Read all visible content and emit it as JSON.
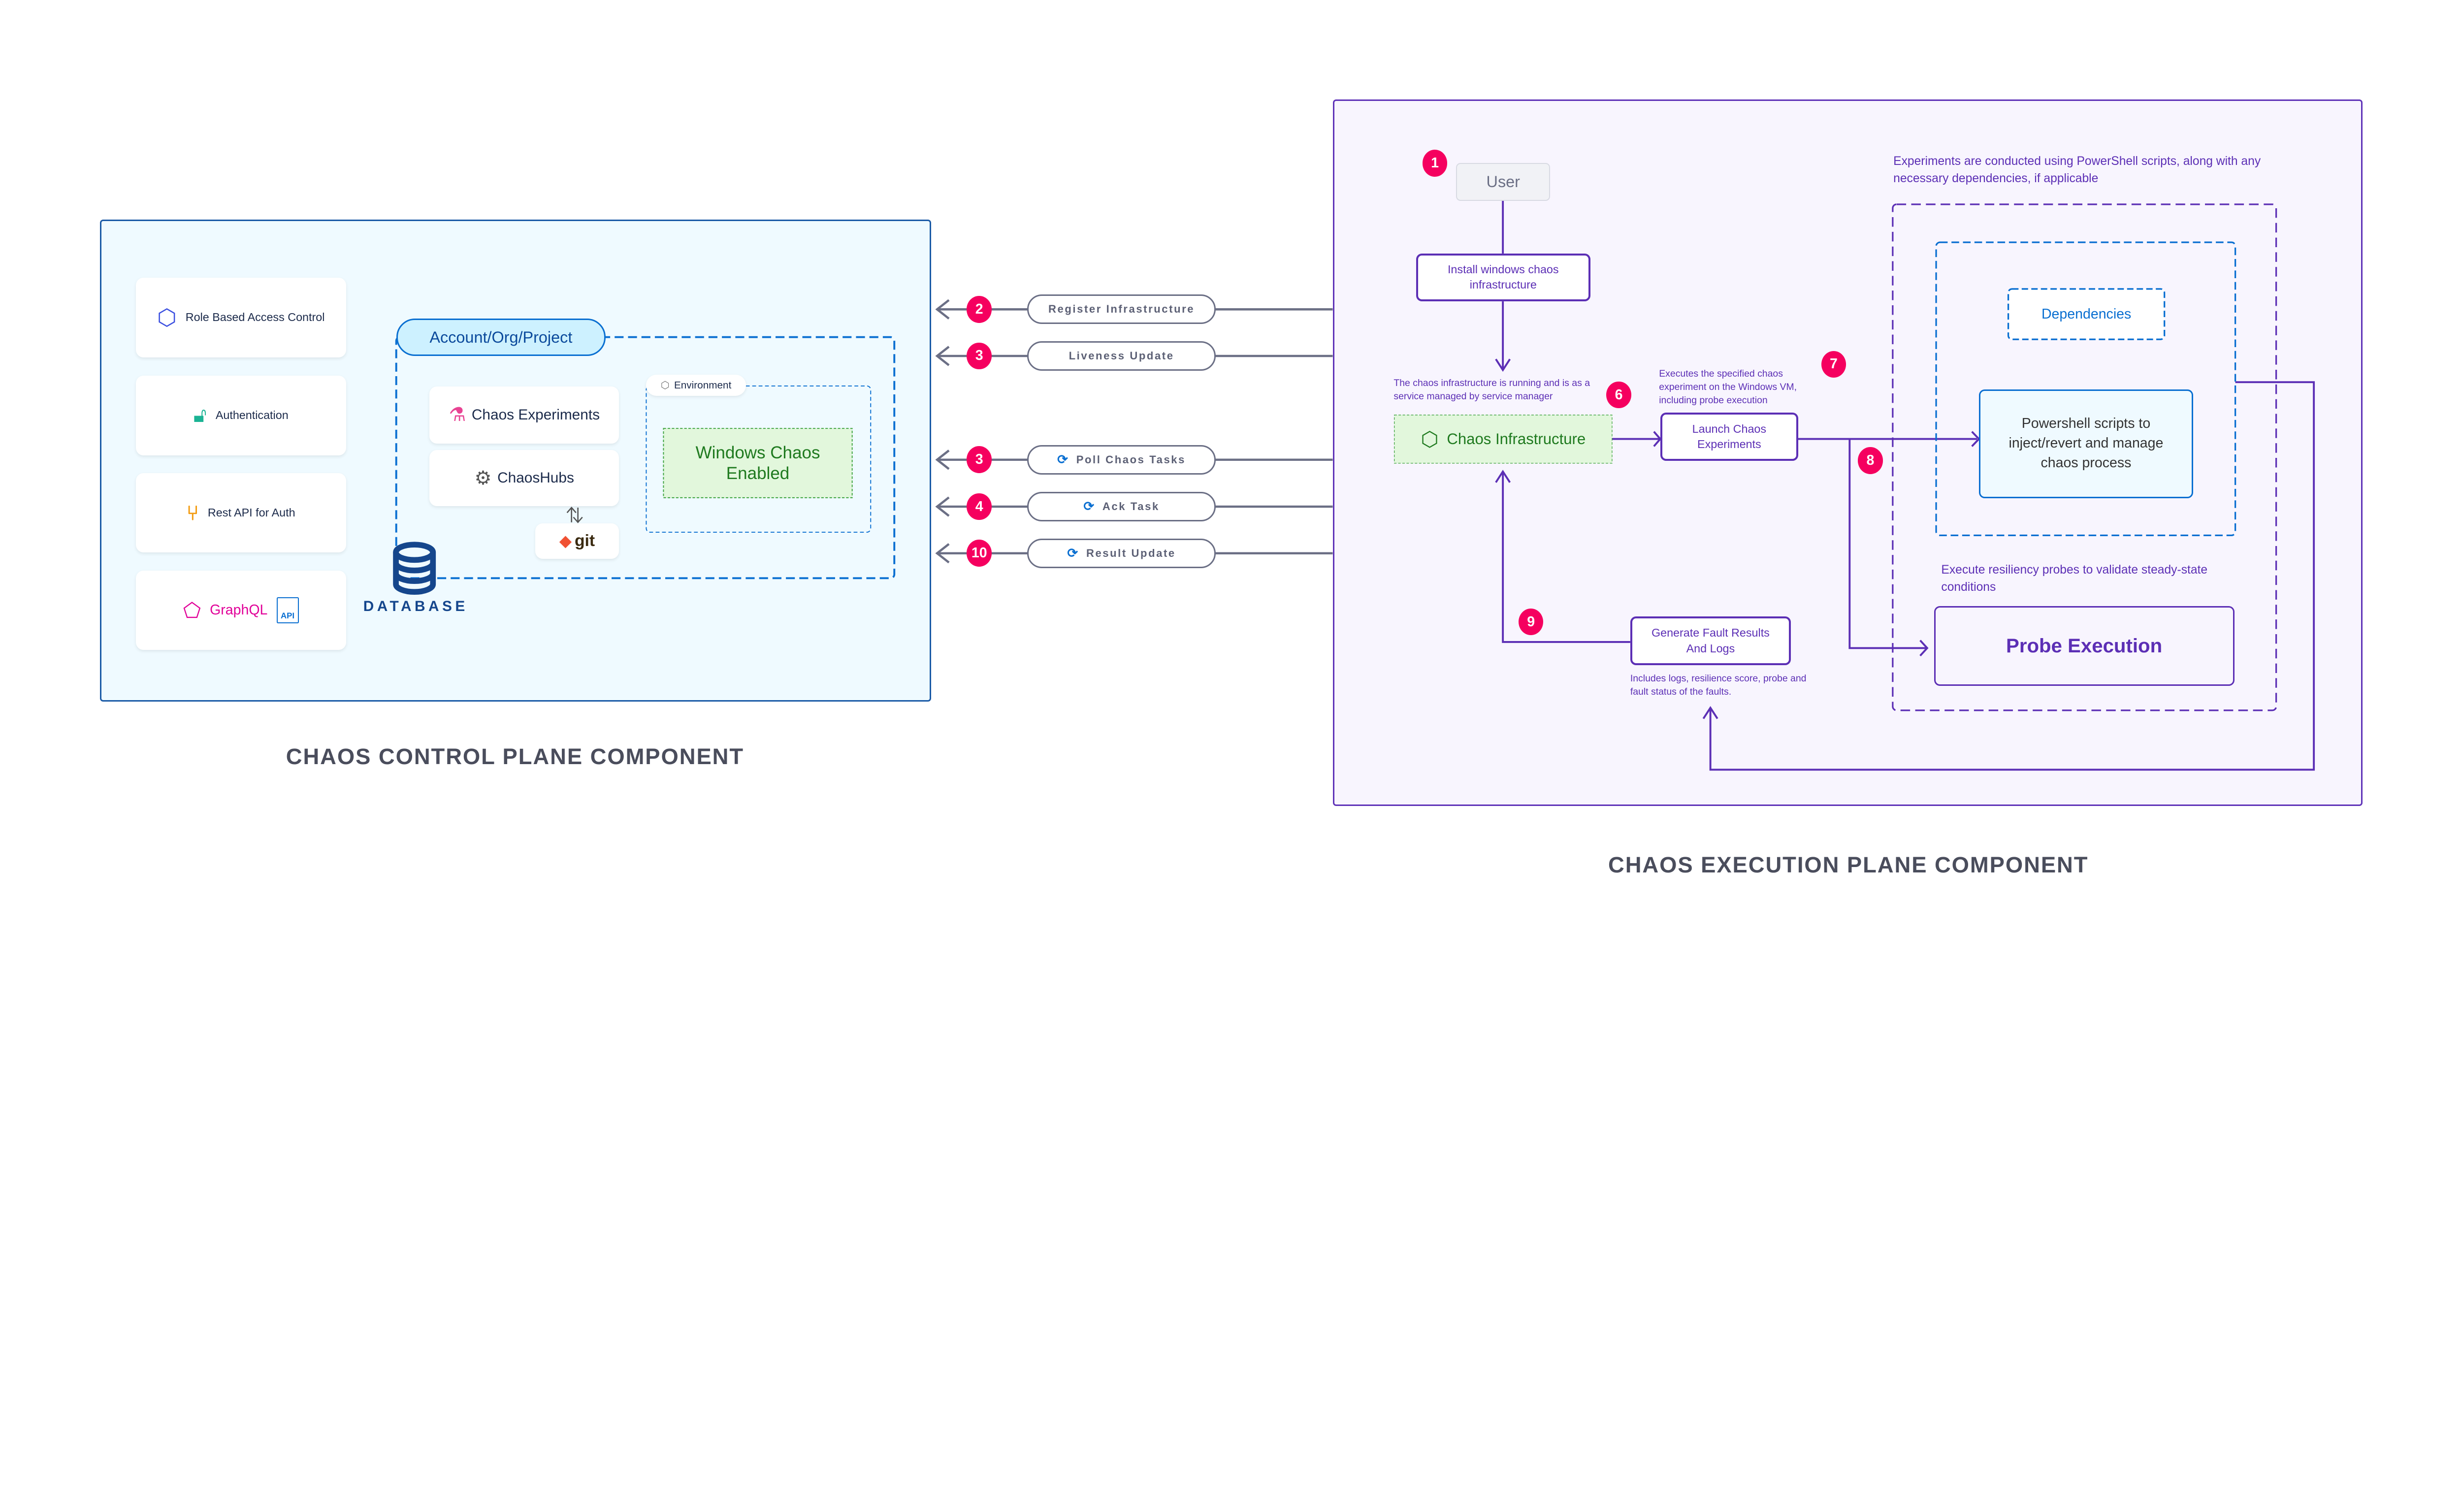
{
  "control_plane": {
    "title": "CHAOS CONTROL PLANE COMPONENT",
    "features": [
      {
        "label": "Role Based Access Control",
        "icon": "rbac-icon"
      },
      {
        "label": "Authentication",
        "icon": "auth-lock-icon"
      },
      {
        "label": "Rest API for Auth",
        "icon": "rest-api-icon"
      },
      {
        "label": "GraphQL",
        "icon": "graphql-icon",
        "extra": "API"
      }
    ],
    "scope_label": "Account/Org/Project",
    "chaos_experiments": "Chaos Experiments",
    "chaoshubs": "ChaosHubs",
    "git": "git",
    "environment": "Environment",
    "windows_chaos": "Windows Chaos Enabled",
    "database": "DATABASE"
  },
  "messages": [
    {
      "step": "2",
      "label": "Register Infrastructure",
      "icon": ""
    },
    {
      "step": "3",
      "label": "Liveness Update",
      "icon": ""
    },
    {
      "step": "3",
      "label": "Poll Chaos Tasks",
      "icon": "sync-icon"
    },
    {
      "step": "4",
      "label": "Ack Task",
      "icon": "sync-icon"
    },
    {
      "step": "10",
      "label": "Result Update",
      "icon": "sync-icon"
    }
  ],
  "execution_plane": {
    "title": "CHAOS EXECUTION PLANE COMPONENT",
    "user": "User",
    "step_user": "1",
    "install": "Install windows chaos infrastructure",
    "infra_note": "The chaos infrastructure is running and is as a service managed by service manager",
    "step_infra": "6",
    "infra": "Chaos Infrastructure",
    "launch_note": "Executes the specified chaos experiment on the Windows VM, including probe execution",
    "step_launch": "7",
    "launch": "Launch Chaos Experiments",
    "step_probe": "8",
    "experiments_note": "Experiments are conducted using PowerShell scripts, along with any necessary dependencies, if applicable",
    "dependencies": "Dependencies",
    "powershell": "Powershell scripts to inject/revert and manage chaos process",
    "probe_note": "Execute resiliency probes to validate steady-state conditions",
    "probe": "Probe Execution",
    "generate": "Generate Fault Results And Logs",
    "step_generate": "9",
    "generate_note": "Includes logs, resilience score, probe and fault status of the faults."
  },
  "colors": {
    "badge": "#f5005f",
    "purple": "#5c2fb5",
    "blue": "#0078d4",
    "green": "#1f7a1f"
  }
}
